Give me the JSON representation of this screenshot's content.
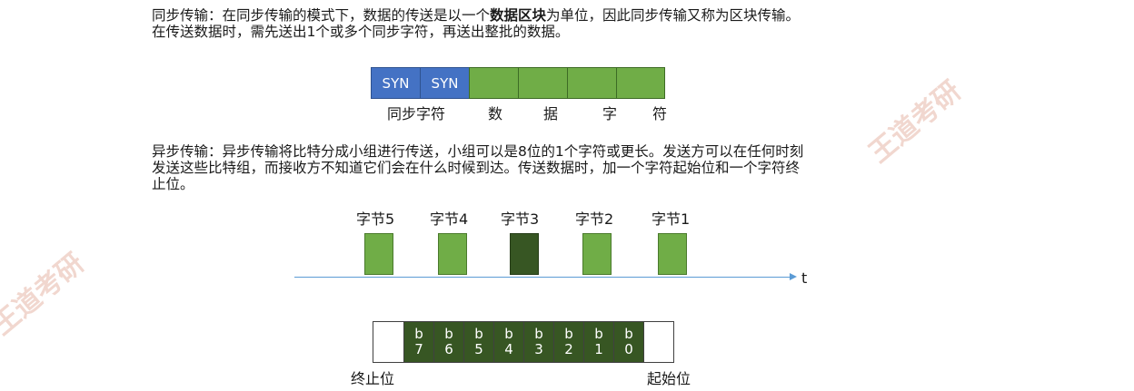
{
  "sync_section": {
    "text_before_bold": "同步传输：在同步传输的模式下，数据的传送是以一个",
    "bold_text": "数据区块",
    "text_after_bold": "为单位，因此同步传输又称为区块传输。",
    "line2": "在传送数据时，需先送出1个或多个同步字符，再送出整批的数据。",
    "frame": {
      "syn_cells": [
        "SYN",
        "SYN"
      ],
      "data_cell_count": 4,
      "labels": {
        "sync_chars": "同步字符",
        "data_chars": [
          "数",
          "据",
          "字",
          "符"
        ]
      }
    }
  },
  "async_section": {
    "line1": "异步传输：异步传输将比特分成小组进行传送，小组可以是8位的1个字符或更长。发送方可以在任何时刻",
    "line2": "发送这些比特组，而接收方不知道它们会在什么时候到达。传送数据时，加一个字符起始位和一个字符终",
    "line3": "止位。",
    "bytes": [
      {
        "label": "字节5",
        "shade": "light"
      },
      {
        "label": "字节4",
        "shade": "light"
      },
      {
        "label": "字节3",
        "shade": "dark"
      },
      {
        "label": "字节2",
        "shade": "light"
      },
      {
        "label": "字节1",
        "shade": "light"
      }
    ],
    "axis_label": "t",
    "char_frame": {
      "bits": [
        {
          "b": "b",
          "n": "7"
        },
        {
          "b": "b",
          "n": "6"
        },
        {
          "b": "b",
          "n": "5"
        },
        {
          "b": "b",
          "n": "4"
        },
        {
          "b": "b",
          "n": "3"
        },
        {
          "b": "b",
          "n": "2"
        },
        {
          "b": "b",
          "n": "1"
        },
        {
          "b": "b",
          "n": "0"
        }
      ],
      "stop_label": "终止位",
      "start_label": "起始位"
    }
  },
  "colors": {
    "syn_blue": "#4472c4",
    "data_green": "#70ad47",
    "dark_green": "#375623",
    "axis_blue": "#5b9bd5"
  },
  "watermark": "王道考研"
}
